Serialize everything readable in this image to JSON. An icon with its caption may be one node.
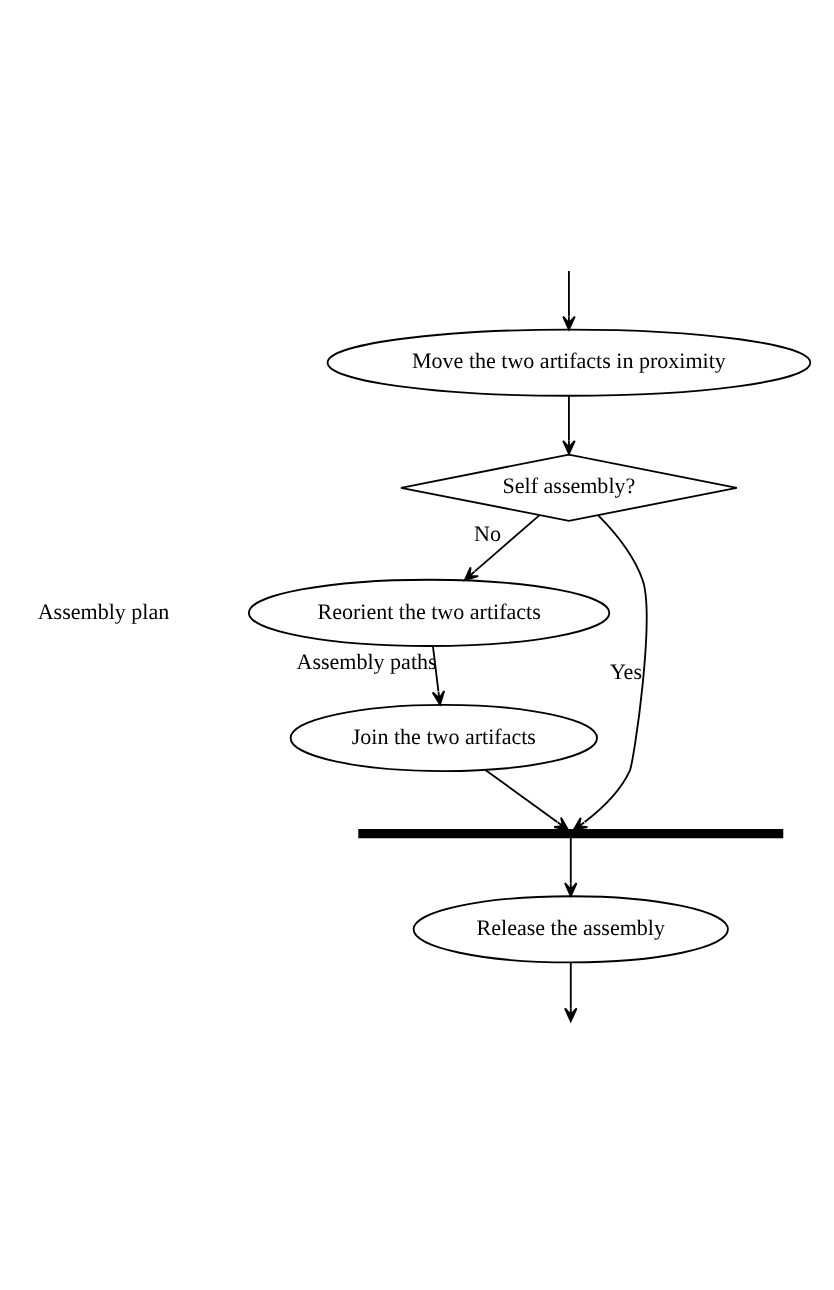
{
  "diagram": {
    "nodes": [
      {
        "text": [
          "Move the two artifacts in proximity"
        ]
      },
      {
        "text": [
          "Self assembly?"
        ]
      },
      {
        "text": [
          "Reorient the two artifacts"
        ]
      },
      {
        "text": [
          "Join the two artifacts"
        ]
      },
      {
        "text": [],
        "shape": "bar"
      },
      {
        "text": [
          "Release the assembly"
        ]
      }
    ],
    "edges": [
      {
        "from": null,
        "to": 0,
        "arrow": "to"
      },
      {
        "from": 0,
        "to": 1,
        "arrow": "to"
      },
      {
        "from": 1,
        "to": 2,
        "arrow": "to",
        "label": "No"
      },
      {
        "from": 1,
        "to": 4,
        "arrow": "to",
        "label": "Yes"
      },
      {
        "from": 2,
        "to": 3,
        "arrow": "to",
        "label": "Assembly paths"
      },
      {
        "from": 3,
        "to": 4,
        "arrow": "to"
      },
      {
        "from": 4,
        "to": 5,
        "arrow": "to"
      },
      {
        "from": 5,
        "to": null,
        "arrow": "to"
      }
    ],
    "labels": [
      "Assembly plan"
    ]
  }
}
